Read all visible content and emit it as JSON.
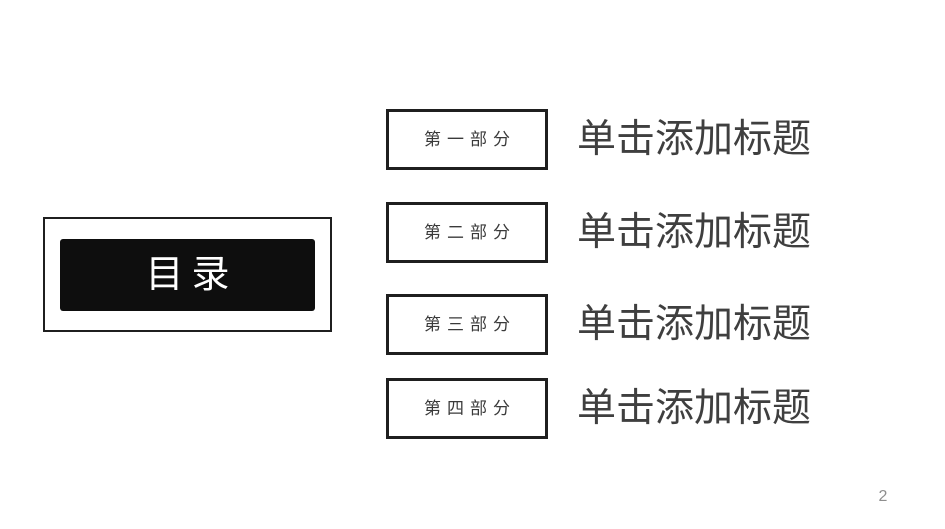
{
  "toc": {
    "title": "目录"
  },
  "sections": [
    {
      "part_label": "第一部分",
      "title": "单击添加标题"
    },
    {
      "part_label": "第二部分",
      "title": "单击添加标题"
    },
    {
      "part_label": "第三部分",
      "title": "单击添加标题"
    },
    {
      "part_label": "第四部分",
      "title": "单击添加标题"
    }
  ],
  "footer": {
    "page_number": "2"
  },
  "colors": {
    "box_border": "#1f1f1f",
    "toc_fill": "#0e0e0e",
    "toc_text": "#ffffff",
    "title_text": "#3f3f3f",
    "label_text": "#3a3a3a",
    "page_number": "#8e8e8e"
  }
}
